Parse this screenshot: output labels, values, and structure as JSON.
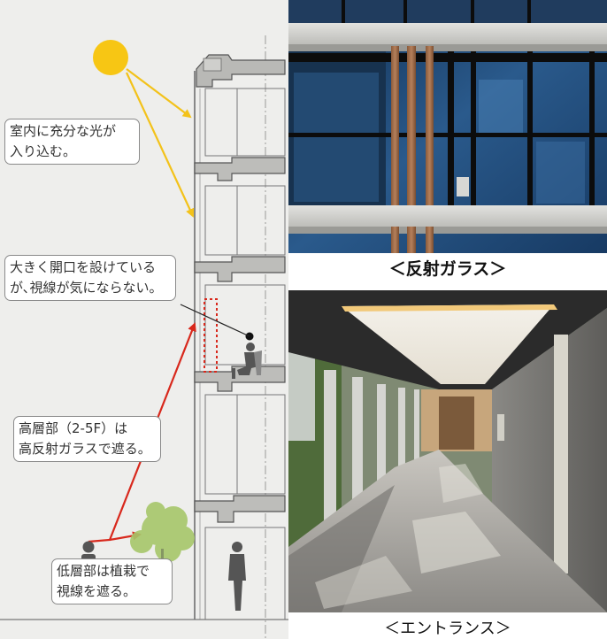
{
  "diagram": {
    "callouts": {
      "light_line1": "室内に充分な光が",
      "light_line2": "入り込む。",
      "opening_line1": "大きく開口を設けている",
      "opening_line2": "が､視線が気にならない。",
      "upper_line1": "高層部（2-5F）は",
      "upper_line2": "高反射ガラスで遮る。",
      "lower_line1": "低層部は植栽で",
      "lower_line2": "視線を遮る。"
    }
  },
  "photos": {
    "top_caption": "＜反射ガラス＞",
    "bottom_caption": "＜エントランス＞"
  },
  "colors": {
    "sun": "#f7c614",
    "sun_arrow": "#f3c21a",
    "sight_arrow": "#d8281c",
    "plant": "#a6c76a"
  }
}
